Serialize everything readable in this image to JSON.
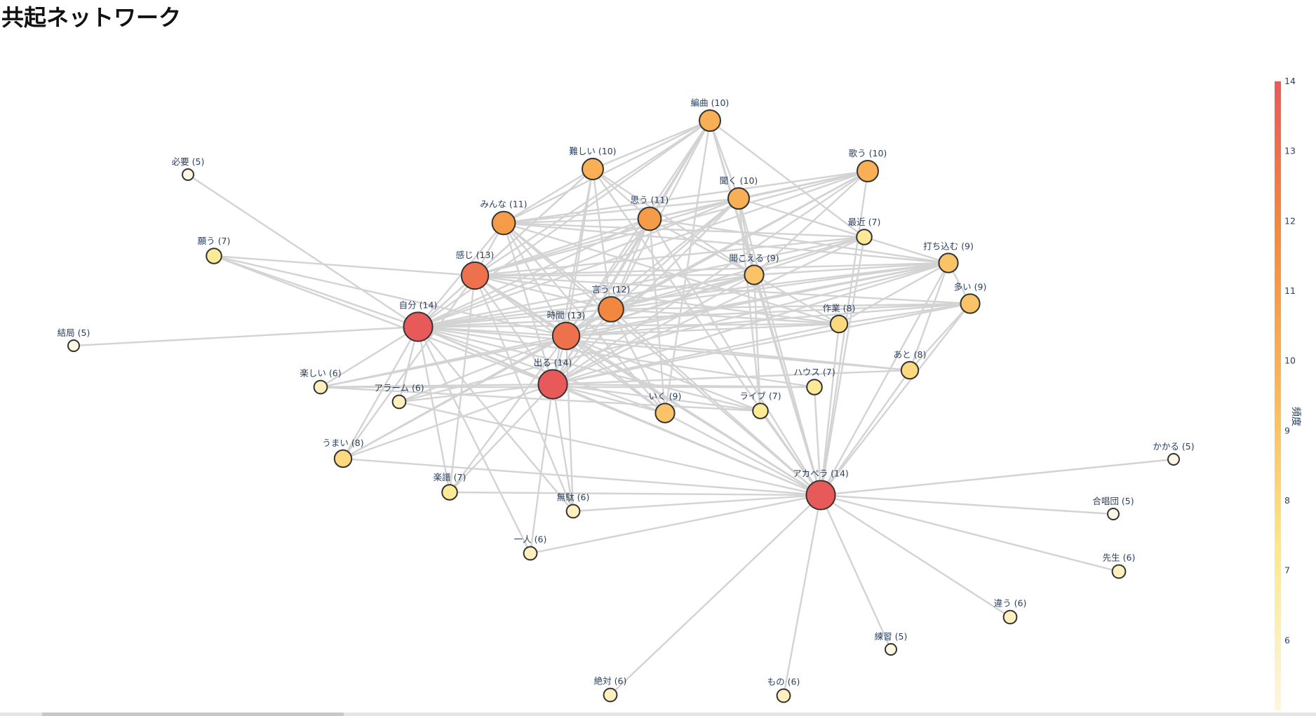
{
  "title": "共起ネットワーク",
  "colorbar": {
    "title": "頻度",
    "ticks": [
      "6",
      "7",
      "8",
      "9",
      "10",
      "11",
      "12",
      "13",
      "14"
    ],
    "min": 5,
    "max": 14,
    "colors": [
      "#fdf6e3",
      "#fde88e",
      "#f9b95d",
      "#f38d3d",
      "#e85a5a"
    ]
  },
  "edge_color": "#d3d3d3",
  "chart_data": {
    "type": "network",
    "nodes": [
      {
        "id": "編曲",
        "label": "編曲 (10)",
        "freq": 10
      },
      {
        "id": "難しい",
        "label": "難しい (10)",
        "freq": 10
      },
      {
        "id": "歌う",
        "label": "歌う (10)",
        "freq": 10
      },
      {
        "id": "聞く",
        "label": "聞く (10)",
        "freq": 10
      },
      {
        "id": "必要",
        "label": "必要 (5)",
        "freq": 5
      },
      {
        "id": "みんな",
        "label": "みんな (11)",
        "freq": 11
      },
      {
        "id": "思う",
        "label": "思う (11)",
        "freq": 11
      },
      {
        "id": "最近",
        "label": "最近 (7)",
        "freq": 7
      },
      {
        "id": "願う",
        "label": "願う (7)",
        "freq": 7
      },
      {
        "id": "打ち込む",
        "label": "打ち込む (9)",
        "freq": 9
      },
      {
        "id": "感じ",
        "label": "感じ (13)",
        "freq": 13
      },
      {
        "id": "聞こえる",
        "label": "聞こえる (9)",
        "freq": 9
      },
      {
        "id": "多い",
        "label": "多い (9)",
        "freq": 9
      },
      {
        "id": "言う",
        "label": "言う (12)",
        "freq": 12
      },
      {
        "id": "自分",
        "label": "自分 (14)",
        "freq": 14
      },
      {
        "id": "時間",
        "label": "時間 (13)",
        "freq": 13
      },
      {
        "id": "作業",
        "label": "作業 (8)",
        "freq": 8
      },
      {
        "id": "結局",
        "label": "結局 (5)",
        "freq": 5
      },
      {
        "id": "あと",
        "label": "あと (8)",
        "freq": 8
      },
      {
        "id": "出る",
        "label": "出る (14)",
        "freq": 14
      },
      {
        "id": "楽しい",
        "label": "楽しい (6)",
        "freq": 6
      },
      {
        "id": "ハウス",
        "label": "ハウス (7)",
        "freq": 7
      },
      {
        "id": "アラーム",
        "label": "アラーム (6)",
        "freq": 6
      },
      {
        "id": "いく",
        "label": "いく (9)",
        "freq": 9
      },
      {
        "id": "ライブ",
        "label": "ライブ (7)",
        "freq": 7
      },
      {
        "id": "うまい",
        "label": "うまい (8)",
        "freq": 8
      },
      {
        "id": "かかる",
        "label": "かかる (5)",
        "freq": 5
      },
      {
        "id": "アカペラ",
        "label": "アカペラ (14)",
        "freq": 14
      },
      {
        "id": "楽譜",
        "label": "楽譜 (7)",
        "freq": 7
      },
      {
        "id": "無駄",
        "label": "無駄 (6)",
        "freq": 6
      },
      {
        "id": "合唱団",
        "label": "合唱団 (5)",
        "freq": 5
      },
      {
        "id": "一人",
        "label": "一人 (6)",
        "freq": 6
      },
      {
        "id": "先生",
        "label": "先生 (6)",
        "freq": 6
      },
      {
        "id": "違う",
        "label": "違う (6)",
        "freq": 6
      },
      {
        "id": "練習",
        "label": "練習 (5)",
        "freq": 5
      },
      {
        "id": "絶対",
        "label": "絶対 (6)",
        "freq": 6
      },
      {
        "id": "もの",
        "label": "もの (6)",
        "freq": 6
      }
    ],
    "edges": [
      [
        "必要",
        "自分"
      ],
      [
        "結局",
        "自分"
      ],
      [
        "願う",
        "自分"
      ],
      [
        "願う",
        "感じ"
      ],
      [
        "願う",
        "時間"
      ],
      [
        "願う",
        "出る"
      ],
      [
        "編曲",
        "難しい"
      ],
      [
        "編曲",
        "みんな"
      ],
      [
        "編曲",
        "思う"
      ],
      [
        "編曲",
        "聞く"
      ],
      [
        "編曲",
        "感じ"
      ],
      [
        "編曲",
        "言う"
      ],
      [
        "編曲",
        "自分"
      ],
      [
        "編曲",
        "時間"
      ],
      [
        "編曲",
        "出る"
      ],
      [
        "編曲",
        "聞こえる"
      ],
      [
        "編曲",
        "アカペラ"
      ],
      [
        "編曲",
        "最近"
      ],
      [
        "編曲",
        "いく"
      ],
      [
        "難しい",
        "みんな"
      ],
      [
        "難しい",
        "思う"
      ],
      [
        "難しい",
        "感じ"
      ],
      [
        "難しい",
        "言う"
      ],
      [
        "難しい",
        "自分"
      ],
      [
        "難しい",
        "時間"
      ],
      [
        "難しい",
        "出る"
      ],
      [
        "難しい",
        "アカペラ"
      ],
      [
        "難しい",
        "聞こえる"
      ],
      [
        "歌う",
        "思う"
      ],
      [
        "歌う",
        "聞く"
      ],
      [
        "歌う",
        "みんな"
      ],
      [
        "歌う",
        "言う"
      ],
      [
        "歌う",
        "時間"
      ],
      [
        "歌う",
        "自分"
      ],
      [
        "歌う",
        "感じ"
      ],
      [
        "歌う",
        "出る"
      ],
      [
        "歌う",
        "アカペラ"
      ],
      [
        "歌う",
        "聞こえる"
      ],
      [
        "聞く",
        "みんな"
      ],
      [
        "聞く",
        "思う"
      ],
      [
        "聞く",
        "感じ"
      ],
      [
        "聞く",
        "言う"
      ],
      [
        "聞く",
        "時間"
      ],
      [
        "聞く",
        "自分"
      ],
      [
        "聞く",
        "出る"
      ],
      [
        "聞く",
        "聞こえる"
      ],
      [
        "聞く",
        "アカペラ"
      ],
      [
        "聞く",
        "ライブ"
      ],
      [
        "聞く",
        "打ち込む"
      ],
      [
        "みんな",
        "思う"
      ],
      [
        "みんな",
        "感じ"
      ],
      [
        "みんな",
        "言う"
      ],
      [
        "みんな",
        "自分"
      ],
      [
        "みんな",
        "時間"
      ],
      [
        "みんな",
        "出る"
      ],
      [
        "みんな",
        "アカペラ"
      ],
      [
        "みんな",
        "いく"
      ],
      [
        "みんな",
        "最近"
      ],
      [
        "みんな",
        "打ち込む"
      ],
      [
        "みんな",
        "作業"
      ],
      [
        "思う",
        "感じ"
      ],
      [
        "思う",
        "言う"
      ],
      [
        "思う",
        "自分"
      ],
      [
        "思う",
        "時間"
      ],
      [
        "思う",
        "出る"
      ],
      [
        "思う",
        "アカペラ"
      ],
      [
        "思う",
        "いく"
      ],
      [
        "思う",
        "打ち込む"
      ],
      [
        "思う",
        "聞こえる"
      ],
      [
        "最近",
        "感じ"
      ],
      [
        "最近",
        "自分"
      ],
      [
        "最近",
        "時間"
      ],
      [
        "最近",
        "アカペラ"
      ],
      [
        "最近",
        "言う"
      ],
      [
        "最近",
        "出る"
      ],
      [
        "打ち込む",
        "感じ"
      ],
      [
        "打ち込む",
        "言う"
      ],
      [
        "打ち込む",
        "自分"
      ],
      [
        "打ち込む",
        "時間"
      ],
      [
        "打ち込む",
        "出る"
      ],
      [
        "打ち込む",
        "アカペラ"
      ],
      [
        "打ち込む",
        "聞こえる"
      ],
      [
        "打ち込む",
        "作業"
      ],
      [
        "打ち込む",
        "あと"
      ],
      [
        "打ち込む",
        "多い"
      ],
      [
        "打ち込む",
        "楽しい"
      ],
      [
        "打ち込む",
        "アラーム"
      ],
      [
        "感じ",
        "言う"
      ],
      [
        "感じ",
        "自分"
      ],
      [
        "感じ",
        "時間"
      ],
      [
        "感じ",
        "出る"
      ],
      [
        "感じ",
        "アカペラ"
      ],
      [
        "感じ",
        "聞こえる"
      ],
      [
        "感じ",
        "いく"
      ],
      [
        "感じ",
        "作業"
      ],
      [
        "感じ",
        "多い"
      ],
      [
        "感じ",
        "うまい"
      ],
      [
        "感じ",
        "楽譜"
      ],
      [
        "感じ",
        "無駄"
      ],
      [
        "聞こえる",
        "言う"
      ],
      [
        "聞こえる",
        "自分"
      ],
      [
        "聞こえる",
        "時間"
      ],
      [
        "聞こえる",
        "出る"
      ],
      [
        "聞こえる",
        "アカペラ"
      ],
      [
        "聞こえる",
        "ライブ"
      ],
      [
        "聞こえる",
        "作業"
      ],
      [
        "多い",
        "言う"
      ],
      [
        "多い",
        "自分"
      ],
      [
        "多い",
        "時間"
      ],
      [
        "多い",
        "出る"
      ],
      [
        "多い",
        "アカペラ"
      ],
      [
        "多い",
        "作業"
      ],
      [
        "多い",
        "あと"
      ],
      [
        "言う",
        "自分"
      ],
      [
        "言う",
        "時間"
      ],
      [
        "言う",
        "出る"
      ],
      [
        "言う",
        "アカペラ"
      ],
      [
        "言う",
        "作業"
      ],
      [
        "言う",
        "いく"
      ],
      [
        "言う",
        "うまい"
      ],
      [
        "自分",
        "時間"
      ],
      [
        "自分",
        "出る"
      ],
      [
        "自分",
        "アカペラ"
      ],
      [
        "自分",
        "楽しい"
      ],
      [
        "自分",
        "アラーム"
      ],
      [
        "自分",
        "うまい"
      ],
      [
        "自分",
        "楽譜"
      ],
      [
        "自分",
        "無駄"
      ],
      [
        "自分",
        "一人"
      ],
      [
        "自分",
        "作業"
      ],
      [
        "自分",
        "いく"
      ],
      [
        "自分",
        "ライブ"
      ],
      [
        "自分",
        "ハウス"
      ],
      [
        "自分",
        "あと"
      ],
      [
        "時間",
        "出る"
      ],
      [
        "時間",
        "アカペラ"
      ],
      [
        "時間",
        "作業"
      ],
      [
        "時間",
        "いく"
      ],
      [
        "時間",
        "ライブ"
      ],
      [
        "時間",
        "楽しい"
      ],
      [
        "時間",
        "アラーム"
      ],
      [
        "時間",
        "うまい"
      ],
      [
        "時間",
        "楽譜"
      ],
      [
        "時間",
        "無駄"
      ],
      [
        "時間",
        "あと"
      ],
      [
        "作業",
        "出る"
      ],
      [
        "作業",
        "アカペラ"
      ],
      [
        "あと",
        "出る"
      ],
      [
        "あと",
        "アカペラ"
      ],
      [
        "出る",
        "アカペラ"
      ],
      [
        "出る",
        "楽しい"
      ],
      [
        "出る",
        "アラーム"
      ],
      [
        "出る",
        "いく"
      ],
      [
        "出る",
        "ライブ"
      ],
      [
        "出る",
        "ハウス"
      ],
      [
        "出る",
        "楽譜"
      ],
      [
        "出る",
        "無駄"
      ],
      [
        "出る",
        "一人"
      ],
      [
        "出る",
        "うまい"
      ],
      [
        "ハウス",
        "アカペラ"
      ],
      [
        "ハウス",
        "楽しい"
      ],
      [
        "アラーム",
        "アカペラ"
      ],
      [
        "いく",
        "アカペラ"
      ],
      [
        "ライブ",
        "アカペラ"
      ],
      [
        "ライブ",
        "楽しい"
      ],
      [
        "うまい",
        "アカペラ"
      ],
      [
        "楽譜",
        "アカペラ"
      ],
      [
        "無駄",
        "アカペラ"
      ],
      [
        "一人",
        "アカペラ"
      ],
      [
        "かかる",
        "アカペラ"
      ],
      [
        "合唱団",
        "アカペラ"
      ],
      [
        "先生",
        "アカペラ"
      ],
      [
        "違う",
        "アカペラ"
      ],
      [
        "練習",
        "アカペラ"
      ],
      [
        "絶対",
        "アカペラ"
      ],
      [
        "もの",
        "アカペラ"
      ]
    ]
  }
}
